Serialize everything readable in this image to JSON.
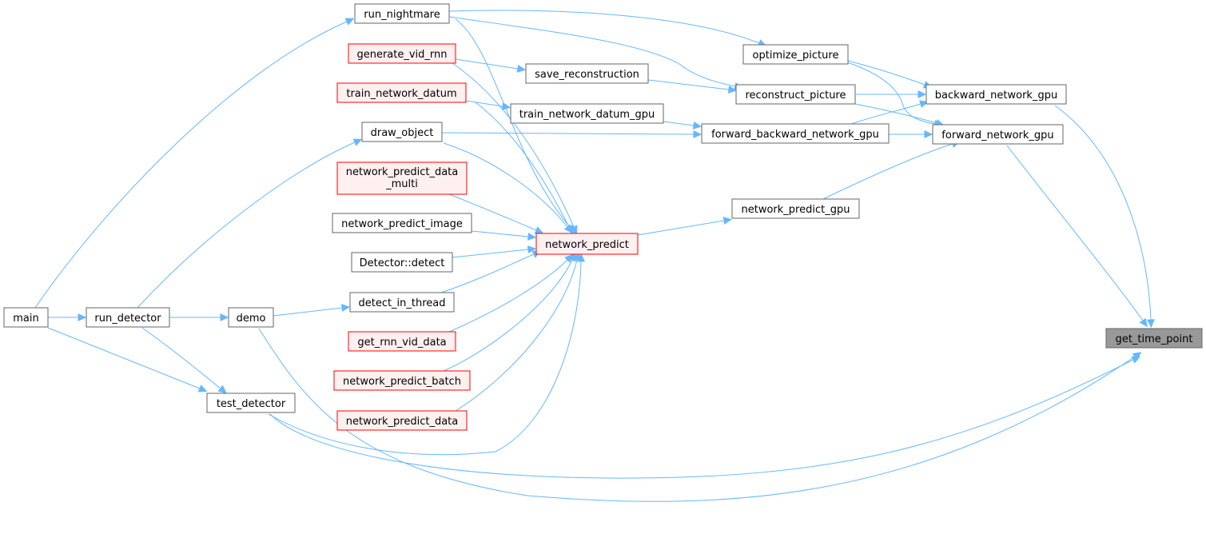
{
  "colors": {
    "edge": "#63b8ff",
    "node_fill": "#ffffff",
    "node_border": "#666666",
    "caller_fill": "#fff0f0",
    "caller_border": "#ff0000",
    "focus_fill": "#999999",
    "focus_border": "#666666"
  },
  "nodes": {
    "get_time_point": {
      "lines": [
        "get_time_point"
      ],
      "style": "focus"
    },
    "backward_network_gpu": {
      "lines": [
        "backward_network_gpu"
      ],
      "style": "normal"
    },
    "forward_network_gpu": {
      "lines": [
        "forward_network_gpu"
      ],
      "style": "normal"
    },
    "optimize_picture": {
      "lines": [
        "optimize_picture"
      ],
      "style": "normal"
    },
    "reconstruct_picture": {
      "lines": [
        "reconstruct_picture"
      ],
      "style": "normal"
    },
    "forward_backward_network_gpu": {
      "lines": [
        "forward_backward_network_gpu"
      ],
      "style": "normal"
    },
    "network_predict_gpu": {
      "lines": [
        "network_predict_gpu"
      ],
      "style": "normal"
    },
    "save_reconstruction": {
      "lines": [
        "save_reconstruction"
      ],
      "style": "normal"
    },
    "train_network_datum_gpu": {
      "lines": [
        "train_network_datum_gpu"
      ],
      "style": "normal"
    },
    "network_predict": {
      "lines": [
        "network_predict"
      ],
      "style": "red"
    },
    "run_nightmare": {
      "lines": [
        "run_nightmare"
      ],
      "style": "normal"
    },
    "generate_vid_rnn": {
      "lines": [
        "generate_vid_rnn"
      ],
      "style": "red"
    },
    "train_network_datum": {
      "lines": [
        "train_network_datum"
      ],
      "style": "red"
    },
    "draw_object": {
      "lines": [
        "draw_object"
      ],
      "style": "normal"
    },
    "network_predict_data_multi": {
      "lines": [
        "network_predict_data",
        "_multi"
      ],
      "style": "red"
    },
    "network_predict_image": {
      "lines": [
        "network_predict_image"
      ],
      "style": "normal"
    },
    "detector_detect": {
      "lines": [
        "Detector::detect"
      ],
      "style": "normal"
    },
    "detect_in_thread": {
      "lines": [
        "detect_in_thread"
      ],
      "style": "normal"
    },
    "get_rnn_vid_data": {
      "lines": [
        "get_rnn_vid_data"
      ],
      "style": "red"
    },
    "network_predict_batch": {
      "lines": [
        "network_predict_batch"
      ],
      "style": "red"
    },
    "network_predict_data": {
      "lines": [
        "network_predict_data"
      ],
      "style": "red"
    },
    "main": {
      "lines": [
        "main"
      ],
      "style": "normal"
    },
    "run_detector": {
      "lines": [
        "run_detector"
      ],
      "style": "normal"
    },
    "demo": {
      "lines": [
        "demo"
      ],
      "style": "normal"
    },
    "test_detector": {
      "lines": [
        "test_detector"
      ],
      "style": "normal"
    }
  },
  "edges": [
    [
      "backward_network_gpu",
      "get_time_point"
    ],
    [
      "forward_network_gpu",
      "get_time_point"
    ],
    [
      "test_detector",
      "get_time_point"
    ],
    [
      "demo",
      "get_time_point"
    ],
    [
      "optimize_picture",
      "backward_network_gpu"
    ],
    [
      "reconstruct_picture",
      "backward_network_gpu"
    ],
    [
      "forward_backward_network_gpu",
      "backward_network_gpu"
    ],
    [
      "forward_backward_network_gpu",
      "forward_network_gpu"
    ],
    [
      "network_predict_gpu",
      "forward_network_gpu"
    ],
    [
      "optimize_picture",
      "forward_network_gpu"
    ],
    [
      "reconstruct_picture",
      "forward_network_gpu"
    ],
    [
      "run_nightmare",
      "optimize_picture"
    ],
    [
      "run_nightmare",
      "reconstruct_picture"
    ],
    [
      "save_reconstruction",
      "reconstruct_picture"
    ],
    [
      "draw_object",
      "forward_backward_network_gpu"
    ],
    [
      "train_network_datum_gpu",
      "forward_backward_network_gpu"
    ],
    [
      "network_predict",
      "network_predict_gpu"
    ],
    [
      "generate_vid_rnn",
      "save_reconstruction"
    ],
    [
      "train_network_datum",
      "train_network_datum_gpu"
    ],
    [
      "run_nightmare",
      "network_predict"
    ],
    [
      "generate_vid_rnn",
      "network_predict"
    ],
    [
      "train_network_datum",
      "network_predict"
    ],
    [
      "draw_object",
      "network_predict"
    ],
    [
      "network_predict_data_multi",
      "network_predict"
    ],
    [
      "network_predict_image",
      "network_predict"
    ],
    [
      "detector_detect",
      "network_predict"
    ],
    [
      "detect_in_thread",
      "network_predict"
    ],
    [
      "get_rnn_vid_data",
      "network_predict"
    ],
    [
      "network_predict_batch",
      "network_predict"
    ],
    [
      "network_predict_data",
      "network_predict"
    ],
    [
      "test_detector",
      "network_predict"
    ],
    [
      "main",
      "run_nightmare"
    ],
    [
      "run_detector",
      "draw_object"
    ],
    [
      "demo",
      "detect_in_thread"
    ],
    [
      "main",
      "run_detector"
    ],
    [
      "main",
      "test_detector"
    ],
    [
      "run_detector",
      "demo"
    ],
    [
      "run_detector",
      "test_detector"
    ]
  ]
}
